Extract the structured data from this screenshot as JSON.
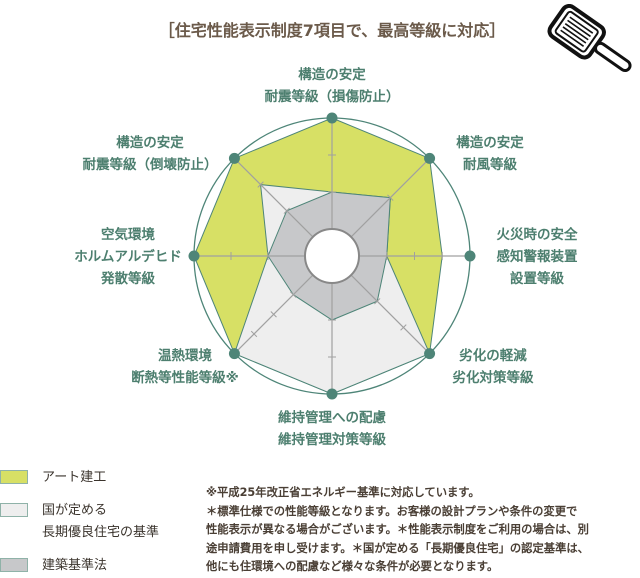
{
  "title": "［住宅性能表示制度7項目で、最高等級に対応］",
  "chart_data": {
    "type": "radar",
    "title": "［住宅性能表示制度7項目で、最高等級に対応］",
    "axes": [
      {
        "label_lines": [
          "構造の安定",
          "耐震等級（損傷防止）"
        ],
        "max": 3
      },
      {
        "label_lines": [
          "構造の安定",
          "耐風等級"
        ],
        "max": 2
      },
      {
        "label_lines": [
          "火災時の安全",
          "感知警報装置",
          "設置等級"
        ],
        "max": 4
      },
      {
        "label_lines": [
          "劣化の軽減",
          "劣化対策等級"
        ],
        "max": 3
      },
      {
        "label_lines": [
          "維持管理への配慮",
          "維持管理対策等級"
        ],
        "max": 3
      },
      {
        "label_lines": [
          "温熱環境",
          "断熱等性能等級※"
        ],
        "max": 4
      },
      {
        "label_lines": [
          "空気環境",
          "ホルムアルデヒド",
          "発散等級"
        ],
        "max": 3
      },
      {
        "label_lines": [
          "構造の安定",
          "耐震等級（倒壊防止）"
        ],
        "max": 3
      }
    ],
    "series": [
      {
        "name": "アート建工",
        "values": [
          3,
          2,
          3,
          3,
          3,
          4,
          3,
          3
        ],
        "color": "#d7e065"
      },
      {
        "name": "国が定める長期優良住宅の基準",
        "values": [
          1,
          1,
          1,
          3,
          3,
          4,
          1,
          2
        ],
        "color": "#eeeeee"
      },
      {
        "name": "建築基準法",
        "values": [
          1,
          1,
          1,
          1,
          1,
          1,
          1,
          1
        ],
        "color": "#c7c8ca"
      }
    ],
    "accent_color": "#4e8578"
  },
  "legend": [
    {
      "lines": [
        "アート建工"
      ],
      "color": "#d7e065"
    },
    {
      "lines": [
        "国が定める",
        "長期優良住宅の基準"
      ],
      "color": "#eeeeee"
    },
    {
      "lines": [
        "建築基準法"
      ],
      "color": "#c7c8ca"
    }
  ],
  "notes": [
    "※平成25年改正省エネルギー基準に対応しています。",
    "＊標準仕様での性能等級となります。お客様の設計プランや条件の変更で",
    "性能表示が異なる場合がございます。＊性能表示制度をご利用の場合は、別",
    "途申請費用を申し受けます。＊国が定める「長期優良住宅」の認定基準は、",
    "他にも住環境への配慮など様々な条件が必要となります。"
  ]
}
